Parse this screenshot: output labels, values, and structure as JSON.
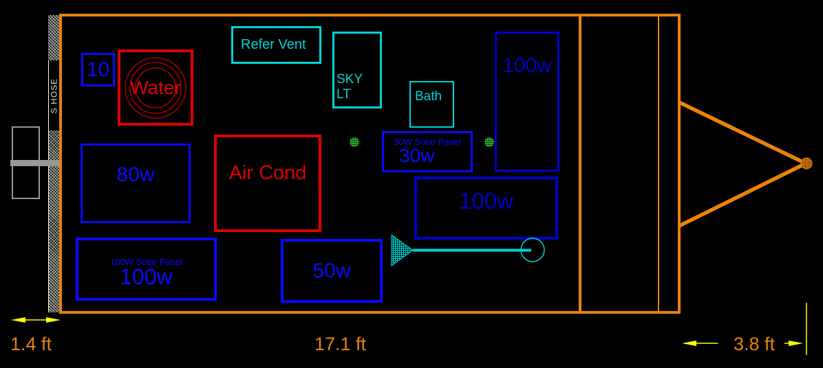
{
  "side_rail": {
    "hose_label": "S HOSE"
  },
  "fixtures": {
    "vent10": {
      "label": "10"
    },
    "water": {
      "label": "Water"
    },
    "refer_vent": {
      "label": "Refer Vent"
    },
    "sky_light": {
      "label": "SKY LT"
    },
    "bath": {
      "label": "Bath"
    },
    "solar_30w": {
      "sublabel": "30W Solar Panel",
      "label": "30w"
    },
    "solar_100w_front_right": {
      "label": "100w"
    },
    "solar_100w_mid": {
      "label": "100w"
    },
    "solar_80w": {
      "label": "80w"
    },
    "air_cond": {
      "label": "Air Cond"
    },
    "solar_100w_rear": {
      "sublabel": "100W Solar Panel",
      "label": "100w"
    },
    "solar_50w": {
      "label": "50w"
    }
  },
  "dimensions": {
    "rear_overhang": "1.4 ft",
    "body_length": "17.1 ft",
    "tongue_length": "3.8 ft"
  },
  "colors": {
    "body_orange": "#e8830d",
    "dimension_yellow": "#ffff00",
    "bright_blue": "#0a0aff",
    "dark_blue": "#0000c8",
    "red": "#dc0202",
    "cyan": "#00d4d4",
    "vent_green": "#35c435",
    "gray": "#989898"
  }
}
